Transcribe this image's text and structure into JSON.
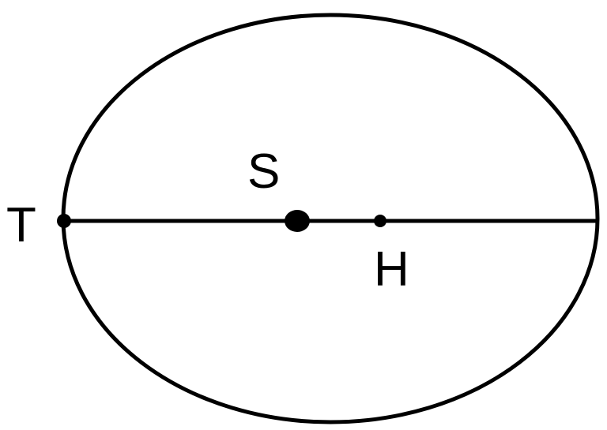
{
  "labels": {
    "T": "T",
    "S": "S",
    "H": "H"
  },
  "colors": {
    "stroke": "#000000",
    "background": "#ffffff"
  }
}
